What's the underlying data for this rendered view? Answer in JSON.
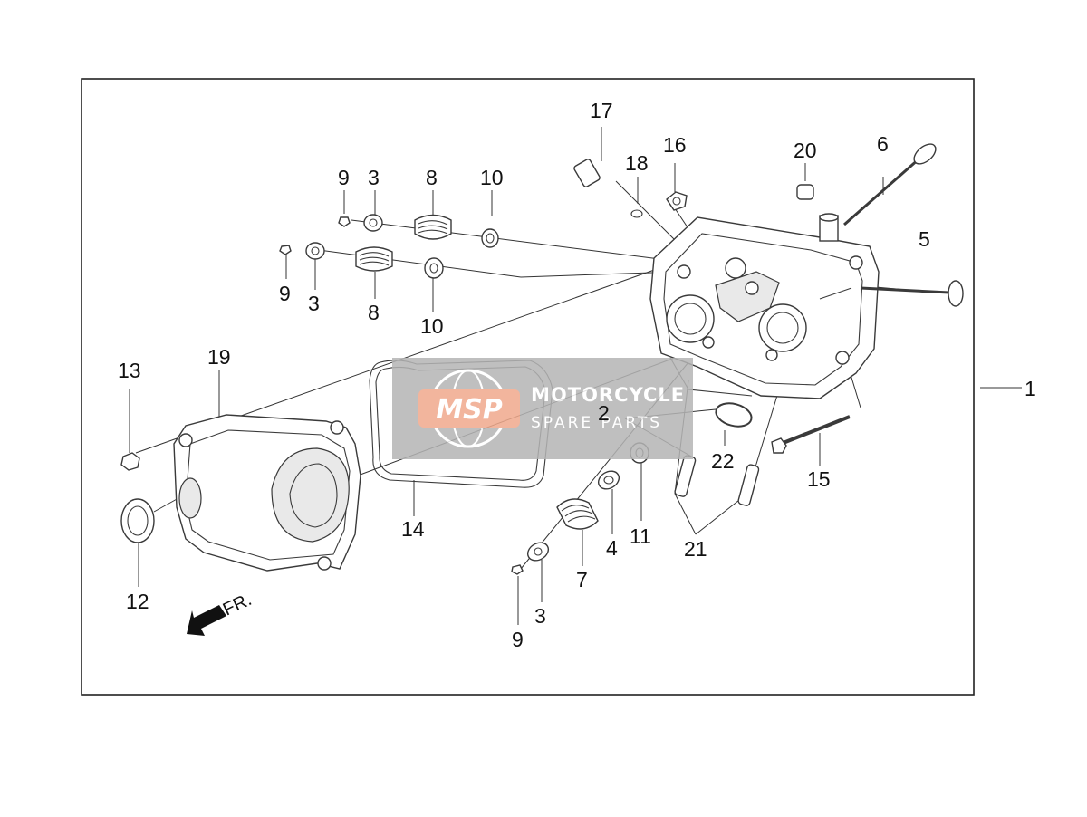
{
  "diagram": {
    "watermark": {
      "logo": "MSP",
      "line1": "MOTORCYCLE",
      "line2": "SPARE PARTS",
      "colors": {
        "box": "#b5b5b5",
        "logo_fill": "#f0a98c",
        "logo_ring": "#ffffff"
      }
    },
    "direction_label": "FR.",
    "callouts": {
      "c1": "1",
      "c2": "2",
      "c3a": "3",
      "c3b": "3",
      "c3c": "3",
      "c4": "4",
      "c5": "5",
      "c6": "6",
      "c7": "7",
      "c8a": "8",
      "c8b": "8",
      "c9a": "9",
      "c9b": "9",
      "c9c": "9",
      "c10a": "10",
      "c10b": "10",
      "c11": "11",
      "c12": "12",
      "c13": "13",
      "c14": "14",
      "c15": "15",
      "c16": "16",
      "c17": "17",
      "c18": "18",
      "c19": "19",
      "c20": "20",
      "c21": "21",
      "c22": "22"
    }
  }
}
